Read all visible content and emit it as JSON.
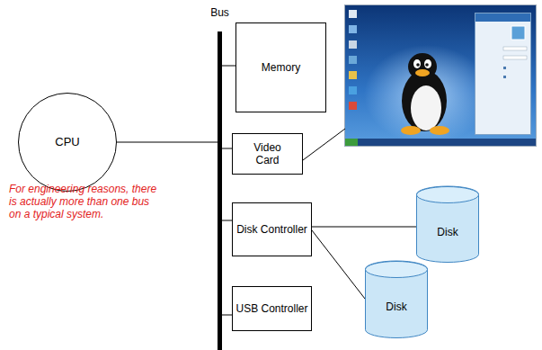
{
  "diagram": {
    "nodes": [
      {
        "text": [
          "Bus"
        ]
      },
      {
        "text": [
          "Memory"
        ]
      },
      {
        "text": [
          "CPU"
        ]
      },
      {
        "text": [
          "Video Card"
        ]
      },
      {
        "text": [
          "Disk Controller"
        ]
      },
      {
        "text": [
          "Disk"
        ]
      },
      {
        "text": [
          "Disk"
        ]
      },
      {
        "text": [
          "USB Controller"
        ]
      }
    ],
    "edges": [
      {
        "from": 2,
        "to": 0,
        "arrow": "none"
      },
      {
        "from": 0,
        "to": 1,
        "arrow": "none"
      },
      {
        "from": 0,
        "to": 3,
        "arrow": "none"
      },
      {
        "from": 0,
        "to": 4,
        "arrow": "none"
      },
      {
        "from": 4,
        "to": 5,
        "arrow": "none"
      },
      {
        "from": 4,
        "to": 6,
        "arrow": "none"
      },
      {
        "from": 0,
        "to": 7,
        "arrow": "none"
      }
    ],
    "labels": [
      "For engineering reasons, there is actually more than one bus on a typical system."
    ]
  }
}
